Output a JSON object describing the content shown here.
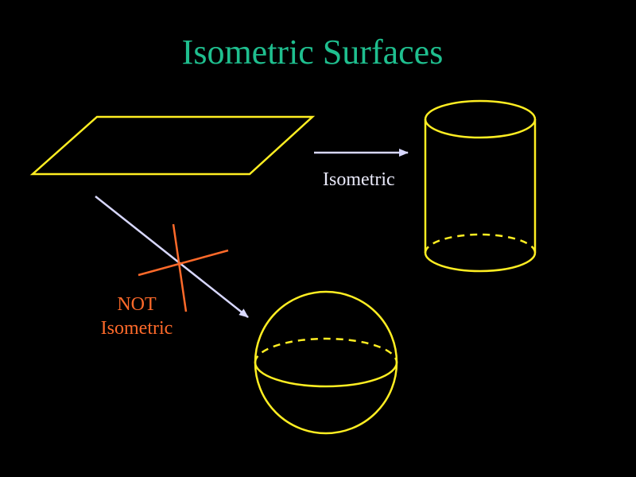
{
  "slide": {
    "title": "Isometric Surfaces"
  },
  "labels": {
    "isometric": "Isometric",
    "not_isometric_line1": "NOT",
    "not_isometric_line2": "Isometric"
  },
  "colors": {
    "background": "#000000",
    "title": "#1fbf8f",
    "shape_outline": "#ffee22",
    "arrow": "#d8d8ff",
    "not_label": "#ff6a2a",
    "isometric_label": "#e8e8f8"
  }
}
